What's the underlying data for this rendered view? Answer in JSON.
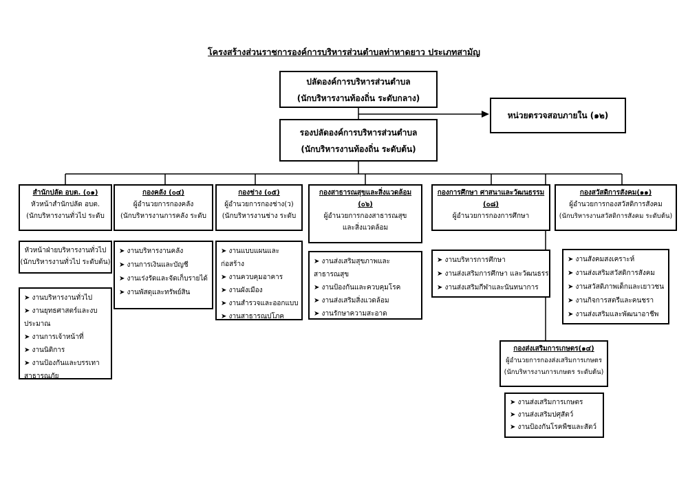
{
  "title": "โครงสร้างส่วนราชการองค์การบริหารส่วนตำบลท่าหาดยาว ประเภทสามัญ",
  "top": {
    "chief": {
      "line1": "ปลัดองค์การบริหารส่วนตำบล",
      "line2": "(นักบริหารงานท้องถิ่น ระดับกลาง)"
    },
    "deputy": {
      "line1": "รองปลัดองค์การบริหารส่วนตำบล",
      "line2": "(นักบริหารงานท้องถิ่น ระดับต้น)"
    },
    "audit": "หน่วยตรวจสอบภายใน (๑๒)"
  },
  "departments": [
    {
      "name": "สำนักปลัด อบต. (๐๑)",
      "lines": [
        "หัวหน้าสำนักปลัด อบต.",
        "(นักบริหารงานทั่วไป ระดับ"
      ],
      "sub": {
        "lines": [
          "หัวหน้าฝ่ายบริหารงานทั่วไป",
          "(นักบริหารงานทั่วไป ระดับต้น)"
        ]
      },
      "tasks": [
        "➤ งานบริหารงานทั่วไป",
        "➤ งานยุทธศาสตร์และงบประมาณ",
        "➤ งานการเจ้าหน้าที่",
        "➤ งานนิติการ",
        "➤ งานป้องกันและบรรเทาสาธารณภัย"
      ]
    },
    {
      "name": "กองคลัง (๐๔)",
      "lines": [
        "ผู้อำนวยการกองคลัง",
        "(นักบริหารงานการคลัง ระดับ"
      ],
      "tasks": [
        "➤ งานบริหารงานคลัง",
        "➤ งานการเงินและบัญชี",
        "➤ งานเร่งรัดและจัดเก็บรายได้",
        "➤ งานพัสดุและทรัพย์สิน"
      ]
    },
    {
      "name": "กองช่าง (๐๕)",
      "lines": [
        "ผู้อำนวยการกองช่าง(ว)",
        "(นักบริหารงานช่าง ระดับ"
      ],
      "tasks": [
        "➤ งานแบบแผนและก่อสร้าง",
        "➤ งานควบคุมอาคาร",
        "➤ งานผังเมือง",
        "➤ งานสำรวจและออกแบบ",
        "➤ งานสาธารณูปโภค"
      ]
    },
    {
      "name": "กองสาธารณสุขและสิ่งแวดล้อม (๐๖)",
      "lines": [
        "ผู้อำนวยการกองสาธารณสุข",
        "และสิ่งแวดล้อม"
      ],
      "tasks": [
        "➤ งานส่งเสริมสุขภาพและสาธารณสุข",
        "➤ งานป้องกันและควบคุมโรค",
        "➤ งานส่งเสริมสิ่งแวดล้อม",
        "➤ งานรักษาความสะอาด"
      ]
    },
    {
      "name": "กองการศึกษา ศาสนาและวัฒนธรรม (๐๘)",
      "lines": [
        "ผู้อำนวยการกองการศึกษา"
      ],
      "tasks": [
        "➤ งานบริหารการศึกษา",
        "➤ งานส่งเสริมการศึกษา และวัฒนธรรม",
        "➤ งานส่งเสริมกีฬาและนันทนาการ"
      ]
    },
    {
      "name": "กองสวัสดิการสังคม(๑๑)",
      "lines": [
        "ผู้อำนวยการกองสวัสดิการสังคม",
        "(นักบริหารงานสวัสดิการสังคม ระดับต้น)"
      ],
      "tasks": [
        "➤ งานสังคมสงเคราะห์",
        "➤ งานส่งเสริมสวัสดิการสังคม",
        "➤ งานสวัสดิภาพเด็กและเยาวชน",
        "➤ งานกิจการสตรีและคนชรา",
        "➤ งานส่งเสริมและพัฒนาอาชีพ"
      ]
    },
    {
      "name": "กองส่งเสริมการเกษตร(๑๔)",
      "lines": [
        "ผู้อำนวยการกองส่งเสริมการเกษตร",
        "(นักบริหารงานการเกษตร ระดับต้น)"
      ],
      "tasks": [
        "➤ งานส่งเสริมการเกษตร",
        "➤ งานส่งเสริมปศุสัตว์",
        "➤ งานป้องกันโรคพืชและสัตว์"
      ]
    }
  ]
}
